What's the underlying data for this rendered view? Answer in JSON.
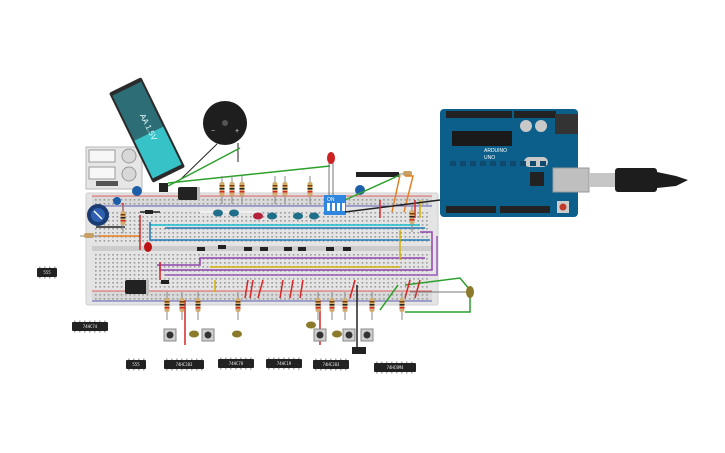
{
  "battery": {
    "label": "AA 1.5V"
  },
  "buzzer": {
    "minus": "−",
    "plus": "+"
  },
  "dip_switch": {
    "label": "ON"
  },
  "arduino": {
    "brand": "ARDUINO",
    "model": "UNO"
  },
  "chips": [
    {
      "id": "chip-555-a",
      "label": "555"
    },
    {
      "id": "chip-74hc74-a",
      "label": "74HC74"
    },
    {
      "id": "chip-555-b",
      "label": "555"
    },
    {
      "id": "chip-74hc283-a",
      "label": "74HC283"
    },
    {
      "id": "chip-74hc78",
      "label": "74HC78"
    },
    {
      "id": "chip-74hc19",
      "label": "74HC19"
    },
    {
      "id": "chip-74hc283-b",
      "label": "74HC283"
    },
    {
      "id": "chip-74hc8m4",
      "label": "74HC8M4"
    }
  ],
  "colors": {
    "breadboard": "#e3e3e3",
    "wire_green": "#2ca02c",
    "wire_red": "#d62728",
    "wire_blue": "#1f77b4",
    "wire_purple": "#8e44ad",
    "wire_orange": "#e67e22",
    "wire_yellow": "#d4b106",
    "wire_cyan": "#17becf",
    "arduino_blue": "#0b5f8a"
  }
}
